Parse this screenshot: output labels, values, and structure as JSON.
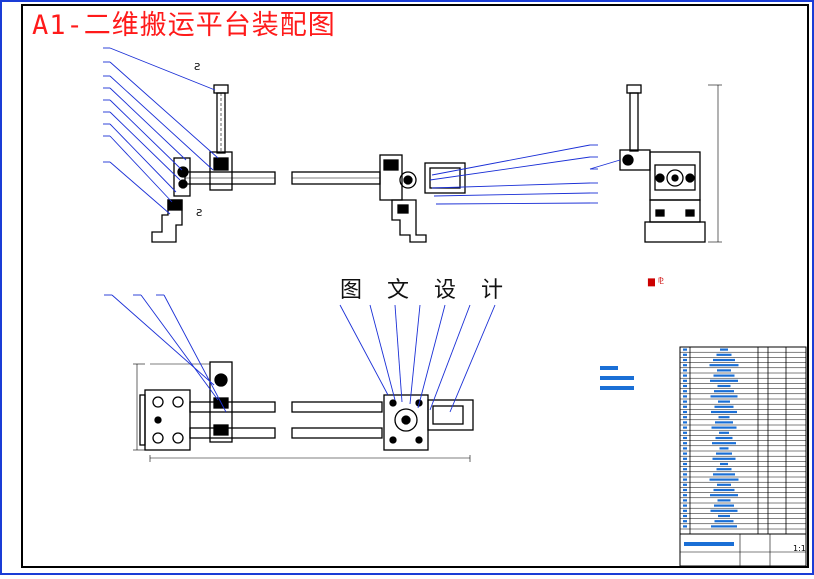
{
  "drawing": {
    "title": "A1-二维搬运平台装配图",
    "watermark": "图 文 设 计"
  },
  "title_block": {
    "scale": "1:1"
  },
  "colors": {
    "title": "#ff1a1a",
    "leader": "#1a2fd6",
    "line": "#000000",
    "note": "#1a6fd6"
  }
}
